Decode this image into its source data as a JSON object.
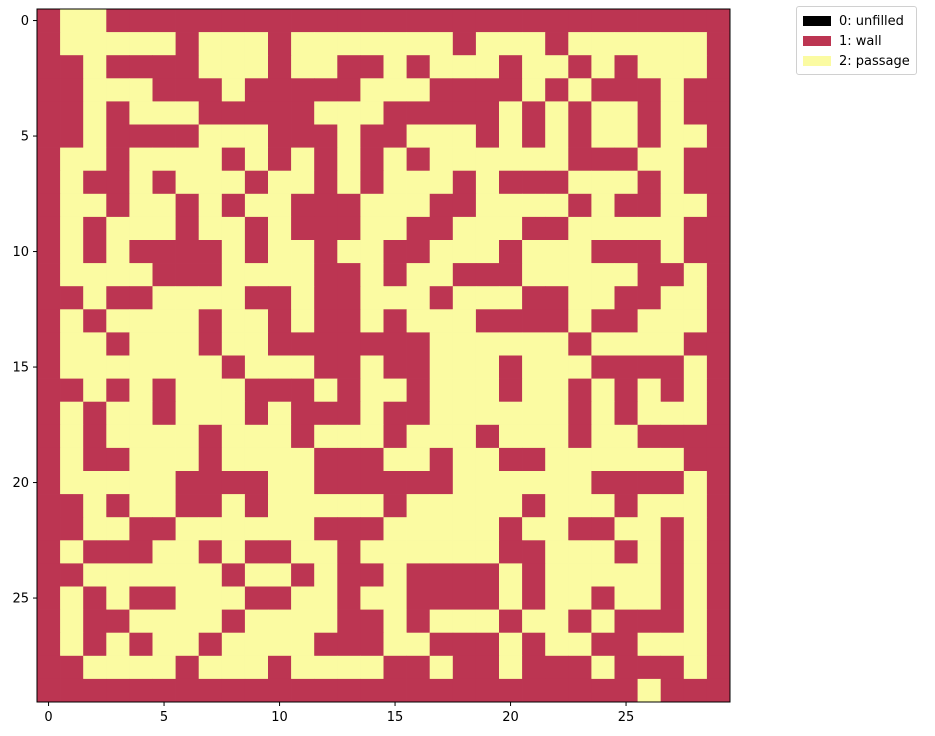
{
  "chart_data": {
    "type": "heatmap",
    "title": "",
    "xlabel": "",
    "ylabel": "",
    "xlim": [
      -0.5,
      29.5
    ],
    "ylim": [
      29.5,
      -0.5
    ],
    "x_ticks": [
      0,
      5,
      10,
      15,
      20,
      25
    ],
    "y_ticks": [
      0,
      5,
      10,
      15,
      20,
      25
    ],
    "x_tick_labels": [
      "0",
      "5",
      "10",
      "15",
      "20",
      "25"
    ],
    "y_tick_labels": [
      "0",
      "5",
      "10",
      "15",
      "20",
      "25"
    ],
    "grid": false,
    "legend_position": "outside-upper-right",
    "legend": [
      {
        "value": 0,
        "label": "0: unfilled",
        "color": "#000000"
      },
      {
        "value": 1,
        "label": "1: wall",
        "color": "#bc3552"
      },
      {
        "value": 2,
        "label": "2: passage",
        "color": "#fbfba2"
      }
    ],
    "rows": [
      "122111111111111111111111111111",
      "122222122212222222122212222221",
      "112111122212211212221221212221",
      "112221112111112221111212111211",
      "112122211111222111112121221211",
      "112111122211121122212121221221",
      "122122221212121212222221112211",
      "121121222122121222121112221211",
      "122122121221112221122221211221",
      "121222122121112211222112222211",
      "121211112122122112221222111211",
      "122221112222112122111222221121",
      "112112222112112221222112211221",
      "121222212212112122211112112221",
      "122122212211111112222221222211",
      "122222221222112112221222111121",
      "112121222111212212221221212121",
      "121221222121112112222221212221",
      "121222212221222122212221221111",
      "121122212222111221221122222211",
      "122222111122111111222222111121",
      "112122112122222122222122212221",
      "112211222222111222221221122121",
      "121112212112212222221122212121",
      "112222221221211211112122222121",
      "121211222112212211112122122121",
      "121122221222211212221221211121",
      "121212212222111221112122112221",
      "112222122212222112112111211121",
      "111111111111111111111111112111"
    ]
  }
}
